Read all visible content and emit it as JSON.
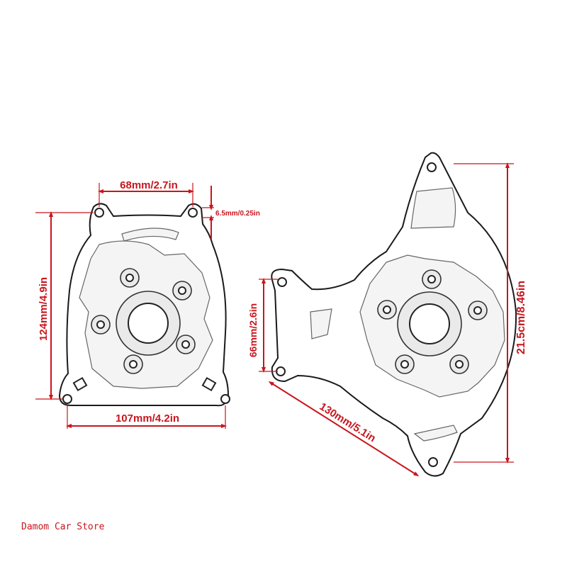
{
  "dimensions": {
    "left_top_width": "68mm/2.7in",
    "left_tab_offset": "6.5mm/0.25in",
    "left_height": "124mm/4.9in",
    "left_bottom_width": "107mm/4.2in",
    "right_short_side": "66mm/2.6in",
    "right_diagonal": "130mm/5.1in",
    "right_height": "21.5cm/8.46in"
  },
  "watermark": "Damom Car Store",
  "colors": {
    "dimension": "#c8161d",
    "outline": "#1a1a1a"
  }
}
